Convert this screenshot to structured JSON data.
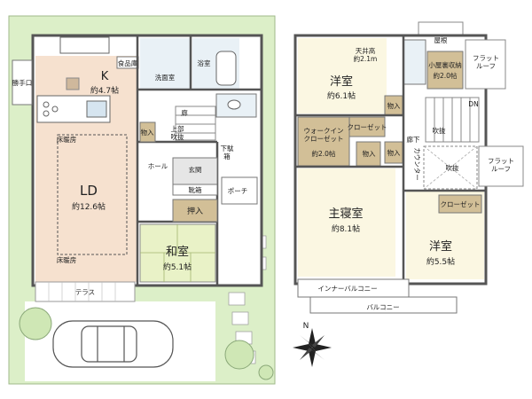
{
  "colors": {
    "lawn": "#dcefc8",
    "wood_floor": "#f6e1cf",
    "tatami": "#e9f2c7",
    "storage": "#d2bf97",
    "wet": "#e9f1f6",
    "bedroom": "#fbf7e2",
    "wall": "#555555"
  },
  "floor1": {
    "kitchen": {
      "label": "K",
      "size": "約4.7帖",
      "pantry": "食品庫"
    },
    "ld": {
      "label": "LD",
      "size": "約12.6帖",
      "floor_heating_top": "床暖房",
      "floor_heating_bottom": "床暖房"
    },
    "washroom": "洗面室",
    "bathroom": "浴室",
    "storage": "物入",
    "shoe_cabinet": "下駄\n箱",
    "stair_note": "上部\n吹抜",
    "hall": "ホール",
    "entrance": "玄関",
    "shoe_storage": "靴箱",
    "porch": "ポーチ",
    "closet": "押入",
    "japanese_room": {
      "label": "和室",
      "size": "約5.1帖"
    },
    "terrace": "テラス",
    "back_door": "勝手口",
    "hall_lower": "廊"
  },
  "floor2": {
    "west_room": {
      "label": "洋室",
      "size": "約6.1帖",
      "attic_note": "天井高\n約2.1m"
    },
    "attic_storage": {
      "label": "小屋裏収納",
      "size": "約2.0帖"
    },
    "roof": "屋根",
    "flat_roof_top": "フラット\nルーフ",
    "flat_roof_mid": "フラット\nルーフ",
    "walk_in": {
      "label": "ウォークイン\nクローゼット",
      "size": "約2.0帖"
    },
    "closet": "クローゼット",
    "storage_a": "物入",
    "storage_b": "物入",
    "storage_c": "物入",
    "corridor": "廊下",
    "down": "DN",
    "void_a": "吹抜",
    "void_b": "吹抜",
    "counter": "カウンター",
    "master_bedroom": {
      "label": "主寝室",
      "size": "約8.1帖"
    },
    "east_room": {
      "label": "洋室",
      "size": "約5.5帖",
      "closet": "クローゼット"
    },
    "inner_balcony": "インナーバルコニー",
    "balcony": "バルコニー"
  },
  "compass_label": "N"
}
